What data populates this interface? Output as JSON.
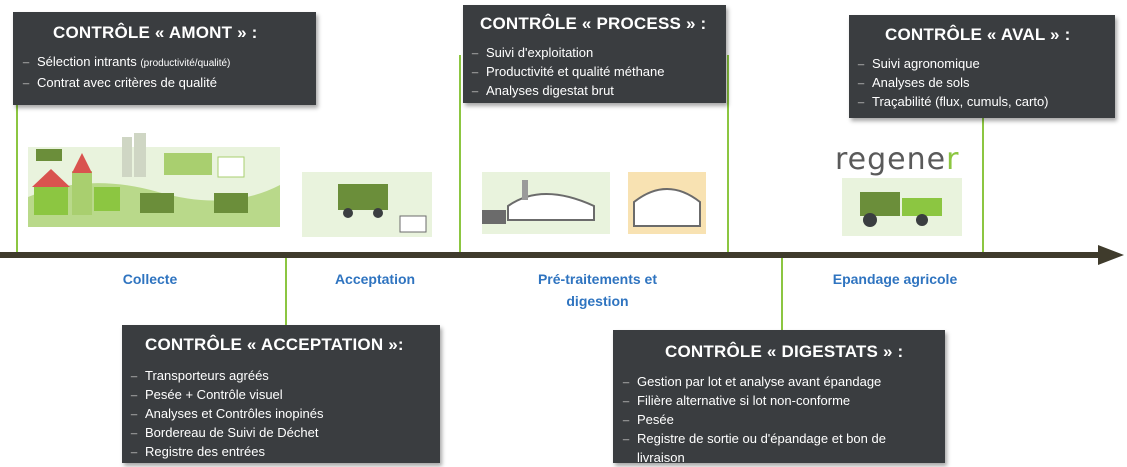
{
  "amont": {
    "title": "CONTRÔLE « AMONT » :",
    "items": [
      {
        "text": "Sélection intrants ",
        "small": "(productivité/qualité)"
      },
      {
        "text": "Contrat avec critères de qualité",
        "small": ""
      }
    ]
  },
  "process": {
    "title": "CONTRÔLE « PROCESS » :",
    "items": [
      "Suivi d'exploitation",
      "Productivité et qualité méthane",
      "Analyses digestat brut"
    ]
  },
  "aval": {
    "title": "CONTRÔLE « AVAL » :",
    "items": [
      "Suivi agronomique",
      "Analyses de sols",
      "Traçabilité (flux, cumuls, carto)"
    ]
  },
  "acceptation": {
    "title": "CONTRÔLE « ACCEPTATION »:",
    "items": [
      "Transporteurs agréés",
      "Pesée + Contrôle visuel",
      "Analyses et Contrôles inopinés",
      "Bordereau de Suivi de Déchet",
      "Registre des entrées"
    ]
  },
  "digestats": {
    "title": "CONTRÔLE « DIGESTATS » :",
    "items": [
      "Gestion par lot et analyse avant épandage",
      "Filière alternative si lot non-conforme",
      "Pesée",
      "Registre de sortie ou d'épandage et bon de livraison"
    ]
  },
  "stages": {
    "collecte": "Collecte",
    "acceptation": "Acceptation",
    "pretraitements": "Pré-traitements et digestion",
    "epandage": "Epandage agricole"
  },
  "logo": {
    "main": "regene",
    "accent": "r"
  },
  "colors": {
    "box": "#3a3d40",
    "line": "#8cc641",
    "stage_text": "#2f74c0",
    "axis": "#3f3b2c"
  }
}
